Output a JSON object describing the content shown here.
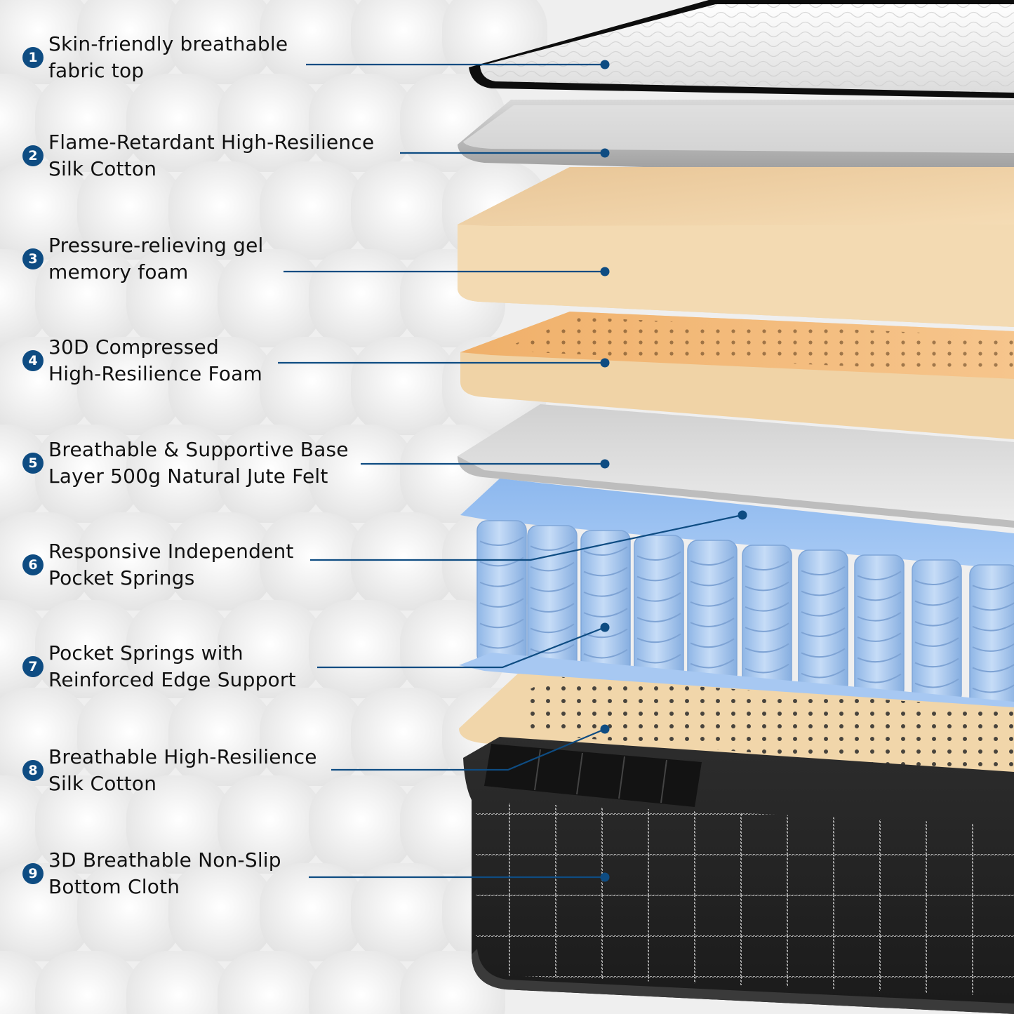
{
  "colors": {
    "accent": "#0e4c82",
    "text": "#111111"
  },
  "layers": [
    {
      "num": "1",
      "line1": "Skin-friendly breathable",
      "line2": "fabric top"
    },
    {
      "num": "2",
      "line1": "Flame-Retardant High-Resilience",
      "line2": "Silk Cotton"
    },
    {
      "num": "3",
      "line1": "Pressure-relieving gel",
      "line2": "memory foam"
    },
    {
      "num": "4",
      "line1": "30D Compressed",
      "line2": "High-Resilience Foam"
    },
    {
      "num": "5",
      "line1": "Breathable & Supportive Base",
      "line2": "Layer 500g Natural Jute Felt"
    },
    {
      "num": "6",
      "line1": "Responsive Independent",
      "line2": "Pocket Springs"
    },
    {
      "num": "7",
      "line1": "Pocket Springs with",
      "line2": "Reinforced Edge Support"
    },
    {
      "num": "8",
      "line1": "Breathable High-Resilience",
      "line2": "Silk Cotton"
    },
    {
      "num": "9",
      "line1": "3D Breathable Non-Slip",
      "line2": "Bottom Cloth"
    }
  ]
}
